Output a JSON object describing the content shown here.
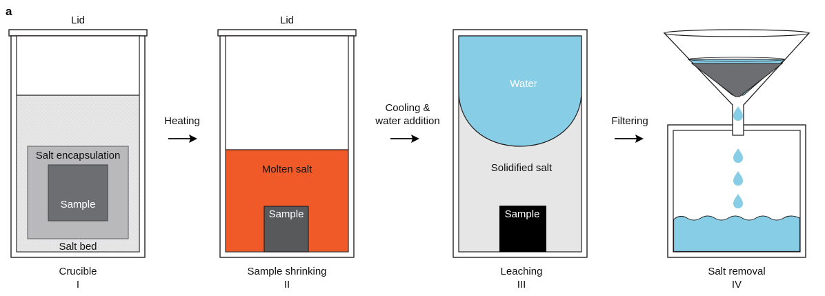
{
  "panel_letter": "a",
  "colors": {
    "salt_bed": "#e4e4e4",
    "encapsulation": "#b9b9bb",
    "sample_gray": "#6d6e71",
    "molten_salt": "#f05a28",
    "sample_dark": "#58595b",
    "water": "#87cde6",
    "solidified_salt": "#e6e6e6",
    "sample_black": "#000000",
    "residue": "#6d6e71"
  },
  "stages": [
    {
      "lid": "Lid",
      "labels": {
        "encapsulation": "Salt encapsulation",
        "sample": "Sample",
        "bed": "Salt bed"
      },
      "caption": "Crucible",
      "numeral": "I"
    },
    {
      "lid": "Lid",
      "labels": {
        "molten": "Molten salt",
        "sample": "Sample"
      },
      "caption": "Sample shrinking",
      "numeral": "II"
    },
    {
      "labels": {
        "water": "Water",
        "solid": "Solidified salt",
        "sample": "Sample"
      },
      "caption": "Leaching",
      "numeral": "III"
    },
    {
      "caption": "Salt removal",
      "numeral": "IV"
    }
  ],
  "arrows": [
    {
      "lines": [
        "Heating"
      ]
    },
    {
      "lines": [
        "Cooling &",
        "water addition"
      ]
    },
    {
      "lines": [
        "Filtering"
      ]
    }
  ]
}
